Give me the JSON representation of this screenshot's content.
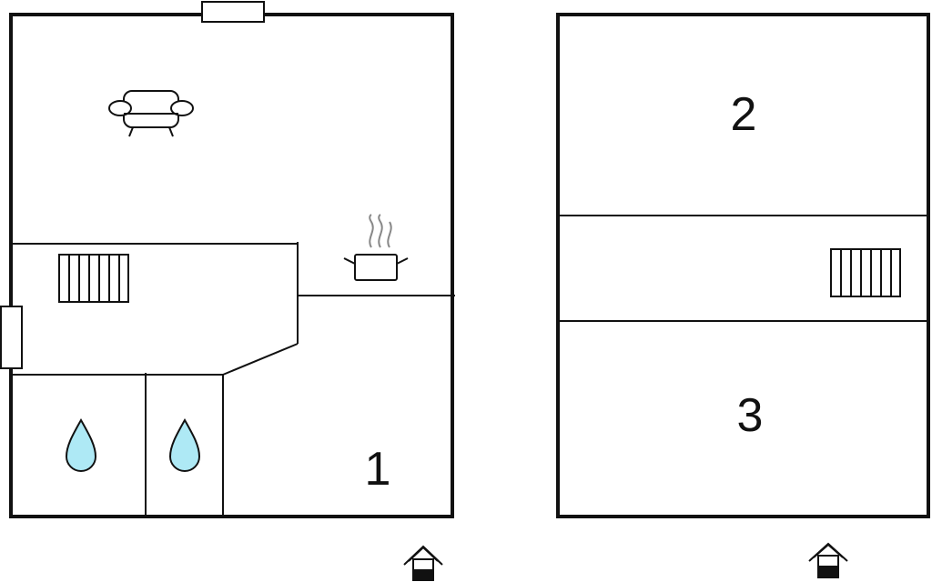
{
  "floors": [
    {
      "rooms": [
        {
          "label": "1"
        }
      ],
      "icons": [
        "sofa-icon",
        "stove-pot-icon",
        "staircase-icon",
        "water-drop-icon",
        "water-drop-icon",
        "entrance-house-icon"
      ]
    },
    {
      "rooms": [
        {
          "label": "2"
        },
        {
          "label": "3"
        }
      ],
      "icons": [
        "staircase-icon",
        "entrance-house-icon"
      ]
    }
  ],
  "colors": {
    "wall": "#111111",
    "water": "#aee9f5",
    "steam": "#888888",
    "background": "#ffffff"
  }
}
